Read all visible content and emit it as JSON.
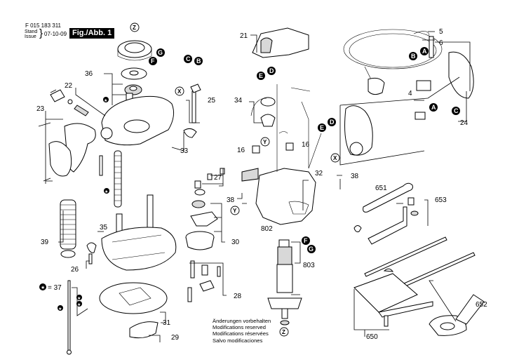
{
  "header": {
    "part_number": "F 015 183 311",
    "stand_label": "Stand",
    "issue_label": "Issue",
    "brace": "}",
    "date": "07-10-09",
    "figure_label": "Fig./Abb. 1"
  },
  "notes": [
    "Änderungen vorbehalten",
    "Modifications reserved",
    "Modifications réservées",
    "Salvo modificaciones"
  ],
  "legend": {
    "star_equals": "= 37"
  },
  "part_labels": [
    {
      "id": "p21",
      "text": "21"
    },
    {
      "id": "p5",
      "text": "5"
    },
    {
      "id": "p6",
      "text": "6"
    },
    {
      "id": "p36",
      "text": "36"
    },
    {
      "id": "p22",
      "text": "22"
    },
    {
      "id": "p25",
      "text": "25"
    },
    {
      "id": "p34",
      "text": "34"
    },
    {
      "id": "p4",
      "text": "4"
    },
    {
      "id": "p23",
      "text": "23"
    },
    {
      "id": "p24",
      "text": "24"
    },
    {
      "id": "p33",
      "text": "33"
    },
    {
      "id": "p16a",
      "text": "16"
    },
    {
      "id": "p16b",
      "text": "16"
    },
    {
      "id": "p32",
      "text": "32"
    },
    {
      "id": "p38a",
      "text": "38"
    },
    {
      "id": "p27",
      "text": "27"
    },
    {
      "id": "p38b",
      "text": "38"
    },
    {
      "id": "p651",
      "text": "651"
    },
    {
      "id": "p653",
      "text": "653"
    },
    {
      "id": "p39",
      "text": "39"
    },
    {
      "id": "p35",
      "text": "35"
    },
    {
      "id": "p802",
      "text": "802"
    },
    {
      "id": "p30",
      "text": "30"
    },
    {
      "id": "p803",
      "text": "803"
    },
    {
      "id": "p26",
      "text": "26"
    },
    {
      "id": "p28",
      "text": "28"
    },
    {
      "id": "p31",
      "text": "31"
    },
    {
      "id": "p29",
      "text": "29"
    },
    {
      "id": "p652",
      "text": "652"
    },
    {
      "id": "p650",
      "text": "650"
    }
  ],
  "connector_callouts": [
    {
      "id": "cZ1",
      "text": "Z",
      "style": "light"
    },
    {
      "id": "cF1",
      "text": "F",
      "style": "dark"
    },
    {
      "id": "cG1",
      "text": "G",
      "style": "dark"
    },
    {
      "id": "cC1",
      "text": "C",
      "style": "dark"
    },
    {
      "id": "cB1",
      "text": "B",
      "style": "dark"
    },
    {
      "id": "cX1",
      "text": "X",
      "style": "light"
    },
    {
      "id": "cD1",
      "text": "D",
      "style": "dark"
    },
    {
      "id": "cE1",
      "text": "E",
      "style": "dark"
    },
    {
      "id": "cY1",
      "text": "Y",
      "style": "light"
    },
    {
      "id": "cE2",
      "text": "E",
      "style": "dark"
    },
    {
      "id": "cD2",
      "text": "D",
      "style": "dark"
    },
    {
      "id": "cB2",
      "text": "B",
      "style": "dark"
    },
    {
      "id": "cA1",
      "text": "A",
      "style": "dark"
    },
    {
      "id": "cA2",
      "text": "A",
      "style": "dark"
    },
    {
      "id": "cC2",
      "text": "C",
      "style": "dark"
    },
    {
      "id": "cX2",
      "text": "X",
      "style": "light"
    },
    {
      "id": "cY2",
      "text": "Y",
      "style": "light"
    },
    {
      "id": "cF2",
      "text": "F",
      "style": "dark"
    },
    {
      "id": "cG2",
      "text": "G",
      "style": "dark"
    },
    {
      "id": "cZ2",
      "text": "Z",
      "style": "light"
    }
  ]
}
